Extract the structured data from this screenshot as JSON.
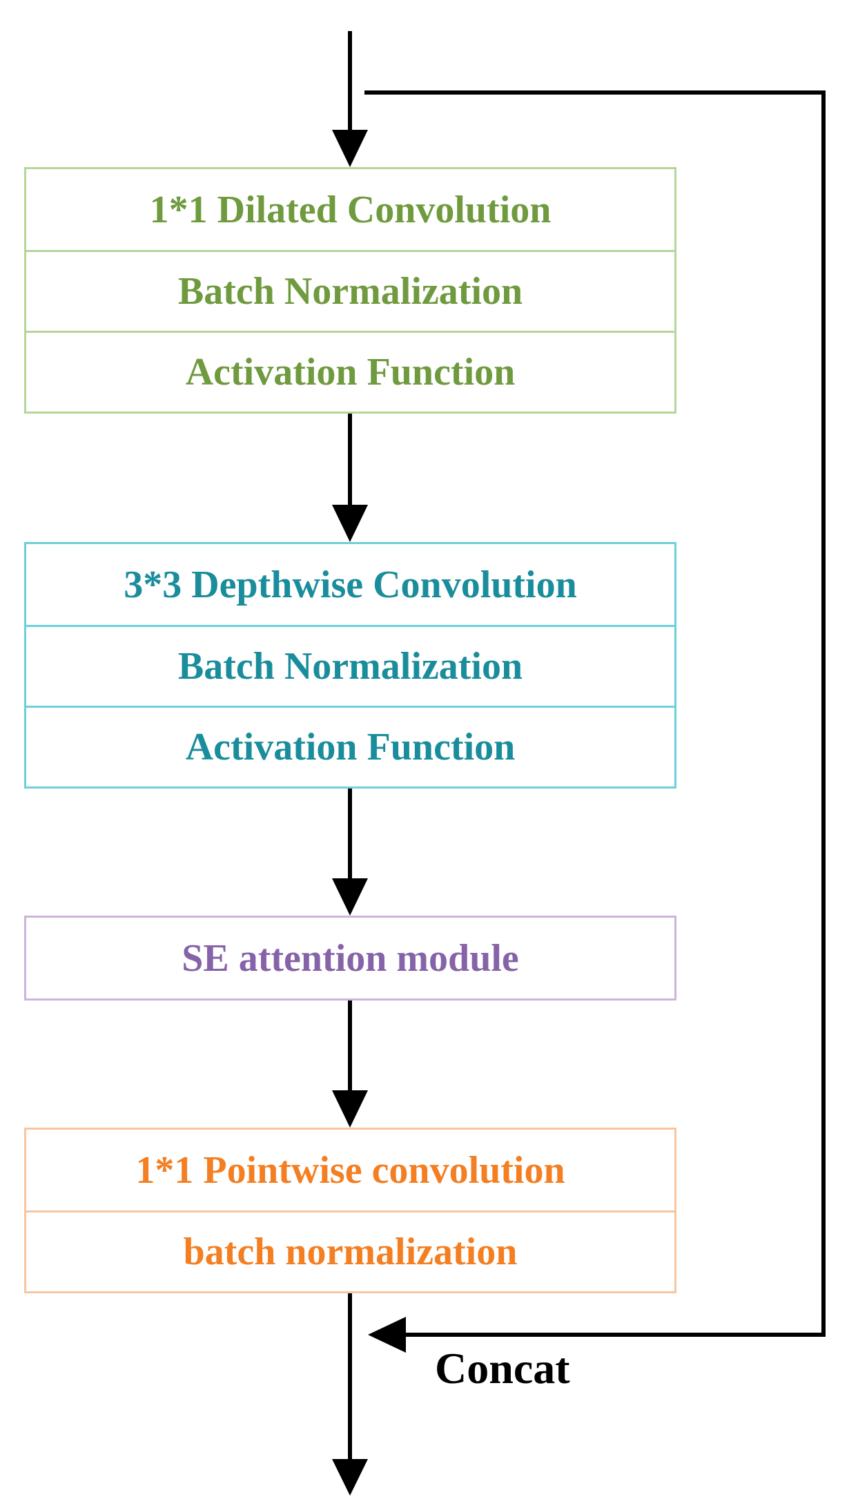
{
  "blocks": [
    {
      "id": "dilated",
      "color": "#6f9a3e",
      "border_color": "#b4d69a",
      "rows": [
        "1*1 Dilated Convolution",
        "Batch Normalization",
        "Activation Function"
      ]
    },
    {
      "id": "depthwise",
      "color": "#1a8d9c",
      "border_color": "#6cd0dc",
      "rows": [
        "3*3 Depthwise Convolution",
        "Batch Normalization",
        "Activation Function"
      ]
    },
    {
      "id": "se",
      "color": "#8663a8",
      "border_color": "#cdb3dc",
      "rows": [
        "SE attention module"
      ]
    },
    {
      "id": "pointwise",
      "color": "#f47f22",
      "border_color": "#f9c59e",
      "rows": [
        "1*1 Pointwise convolution",
        "batch normalization"
      ]
    }
  ],
  "concat_label": "Concat",
  "arrow_color": "#000000"
}
